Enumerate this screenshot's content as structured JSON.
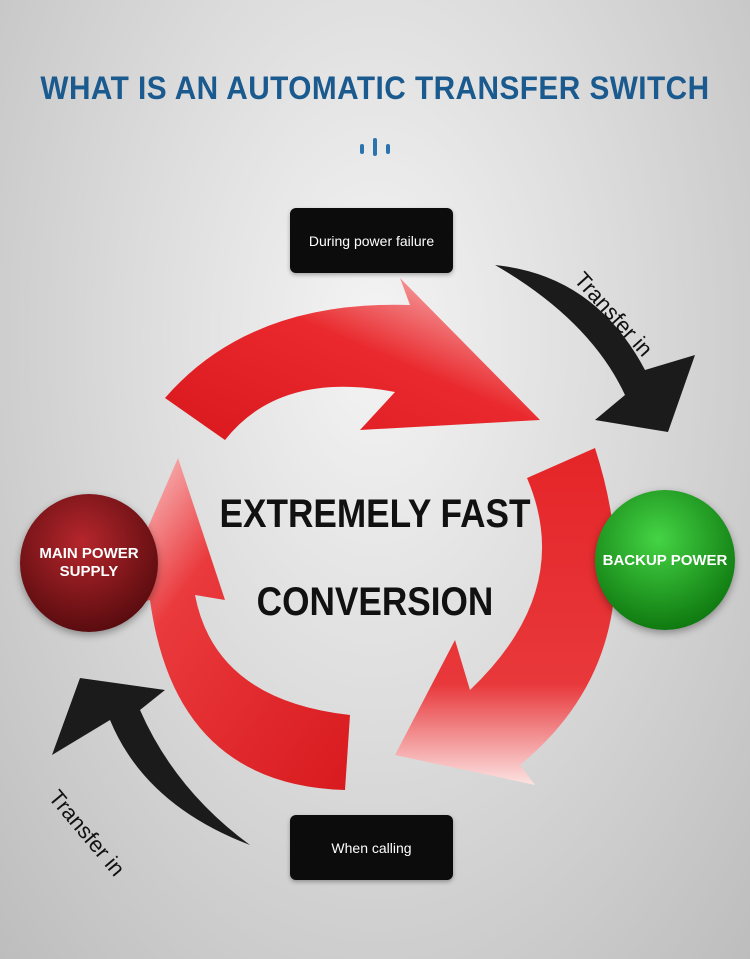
{
  "title": "WHAT IS AN AUTOMATIC TRANSFER SWITCH",
  "labels": {
    "top": "During power failure",
    "bottom": "When calling"
  },
  "nodes": {
    "main": "MAIN POWER SUPPLY",
    "backup": "BACKUP POWER"
  },
  "center": {
    "line1": "EXTREMELY FAST",
    "line2": "CONVERSION"
  },
  "transfer": {
    "top": "Transfer in",
    "bottom": "Transfer in"
  },
  "colors": {
    "title": "#1a5a8e",
    "accent_bars": "#2a72b0",
    "cycle_arrow": "#e11e23",
    "transfer_arrow": "#1b1b1b",
    "label_box": "#0c0c0c",
    "main_node": "#7a1418",
    "backup_node": "#1fa01f"
  }
}
